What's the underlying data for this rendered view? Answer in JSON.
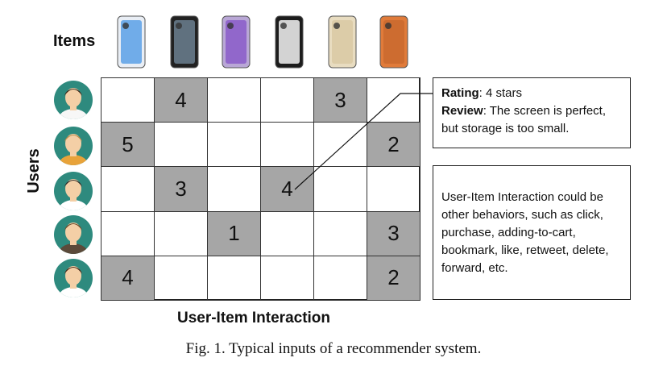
{
  "labels": {
    "items": "Items",
    "users": "Users",
    "x_axis": "User-Item Interaction",
    "caption": "Fig. 1.  Typical inputs of a recommender system."
  },
  "items": [
    {
      "icon": "phone-white-icon",
      "color": "#e9eef5",
      "screen": "#5aa0e6"
    },
    {
      "icon": "phone-black-icon",
      "color": "#222222",
      "screen": "#6b7f8f"
    },
    {
      "icon": "phone-foldable-icon",
      "color": "#b9a7d6",
      "screen": "#8a5cc9"
    },
    {
      "icon": "phone-black-white-icon",
      "color": "#1c1c1c",
      "screen": "#f3f3f3"
    },
    {
      "icon": "phone-gold-icon",
      "color": "#e8dcc0",
      "screen": "#d9c9a3"
    },
    {
      "icon": "phone-orange-icon",
      "color": "#e07b3a",
      "screen": "#c96a2f"
    }
  ],
  "users": [
    {
      "icon": "user-avatar-icon",
      "shirt": "#f7f7f7",
      "hair": "#3a2a1e"
    },
    {
      "icon": "user-avatar-icon",
      "shirt": "#e8a33a",
      "hair": "#b88a4a"
    },
    {
      "icon": "user-avatar-icon",
      "shirt": "#ffffff",
      "hair": "#2b2b2b"
    },
    {
      "icon": "user-avatar-icon",
      "shirt": "#5b4a3a",
      "hair": "#6b4a2a"
    },
    {
      "icon": "user-avatar-icon",
      "shirt": "#ffffff",
      "hair": "#4a2a1a"
    }
  ],
  "grid": {
    "rows": 5,
    "cols": 6,
    "ratings": [
      {
        "row": 0,
        "col": 1,
        "value": "4"
      },
      {
        "row": 0,
        "col": 4,
        "value": "3"
      },
      {
        "row": 1,
        "col": 0,
        "value": "5"
      },
      {
        "row": 1,
        "col": 5,
        "value": "2"
      },
      {
        "row": 2,
        "col": 1,
        "value": "3"
      },
      {
        "row": 2,
        "col": 3,
        "value": "4"
      },
      {
        "row": 3,
        "col": 2,
        "value": "1"
      },
      {
        "row": 3,
        "col": 5,
        "value": "3"
      },
      {
        "row": 4,
        "col": 0,
        "value": "4"
      },
      {
        "row": 4,
        "col": 5,
        "value": "2"
      }
    ],
    "highlight": {
      "row": 2,
      "col": 3
    }
  },
  "rating_box": {
    "rating_label": "Rating",
    "rating_value": ": 4 stars",
    "review_label": "Review",
    "review_value": ": The screen is perfect, but storage is too small."
  },
  "interaction_box": {
    "text": "User-Item Interaction could be other behaviors, such as click, purchase, adding-to-cart, bookmark, like, retweet, delete, forward, etc."
  },
  "colors": {
    "filled_cell": "#a6a6a6",
    "skin": "#f4cfa6",
    "avatar_bg": "#2e8a7e"
  }
}
